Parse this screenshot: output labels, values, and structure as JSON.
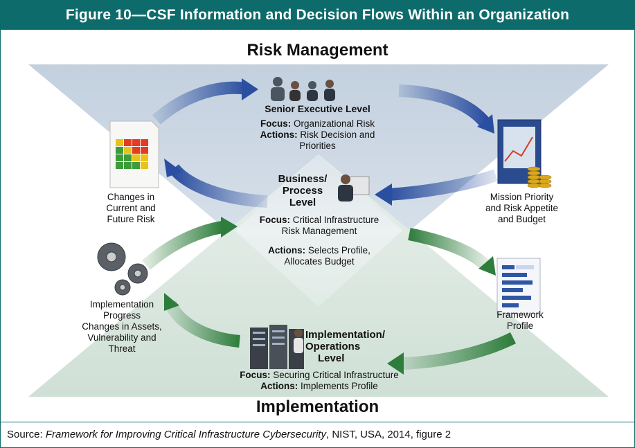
{
  "figure": {
    "title": "Figure 10—CSF Information and Decision Flows Within an Organization",
    "top_heading": "Risk Management",
    "bottom_heading": "Implementation",
    "senior": {
      "title": "Senior Executive Level",
      "focus_label": "Focus:",
      "focus_text": "Organizational Risk",
      "actions_label": "Actions:",
      "actions_text": "Risk Decision and Priorities"
    },
    "business": {
      "title_line1": "Business/",
      "title_line2": "Process",
      "title_line3": "Level",
      "focus_label": "Focus:",
      "focus_line1": "Critical Infrastructure",
      "focus_line2": "Risk Management",
      "actions_label": "Actions:",
      "actions_line1": "Selects Profile,",
      "actions_line2": "Allocates Budget"
    },
    "implementation": {
      "title_line1": "Implementation/",
      "title_line2": "Operations",
      "title_line3": "Level",
      "focus_label": "Focus:",
      "focus_text": "Securing Critical Infrastructure",
      "actions_label": "Actions:",
      "actions_text": "Implements Profile"
    },
    "side_labels": {
      "changes_risk": [
        "Changes in",
        "Current and",
        "Future Risk"
      ],
      "mission": [
        "Mission Priority",
        "and Risk Appetite",
        "and Budget"
      ],
      "progress": [
        "Implementation",
        "Progress",
        "Changes in Assets,",
        "Vulnerability and",
        "Threat"
      ],
      "framework": [
        "Framework",
        "Profile"
      ]
    },
    "colors": {
      "header_bg": "#0d6b6b",
      "top_triangle": "#c9d5e2",
      "bottom_triangle": "#d6e4dc",
      "blue_arrow": "#2b4fa0",
      "green_arrow": "#2f7d3c"
    }
  },
  "source": {
    "prefix": "Source:",
    "title": "Framework for Improving Critical Infrastructure Cybersecurity",
    "suffix": ", NIST, USA, 2014, figure 2"
  }
}
